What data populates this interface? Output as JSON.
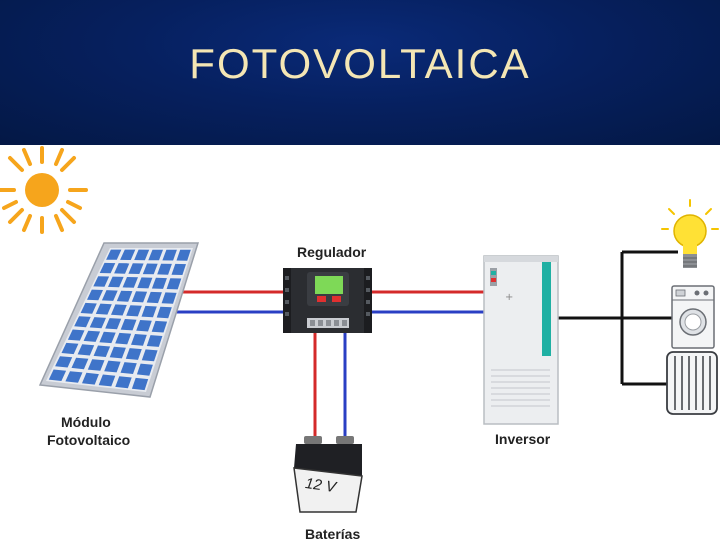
{
  "slide": {
    "title": "FOTOVOLTAICA"
  },
  "labels": {
    "module_line1": "Módulo",
    "module_line2": "Fotovoltaico",
    "regulator": "Regulador",
    "inverter": "Inversor",
    "batteries": "Baterías",
    "battery_voltage": "12 V"
  },
  "colors": {
    "header_bg": "#06205f",
    "title_text": "#f4e6b4",
    "positive_wire": "#d42a2a",
    "negative_wire": "#2a3fc4",
    "ac_wire": "#111111",
    "panel_cell": "#3f74c9",
    "sun": "#f6a51c"
  }
}
